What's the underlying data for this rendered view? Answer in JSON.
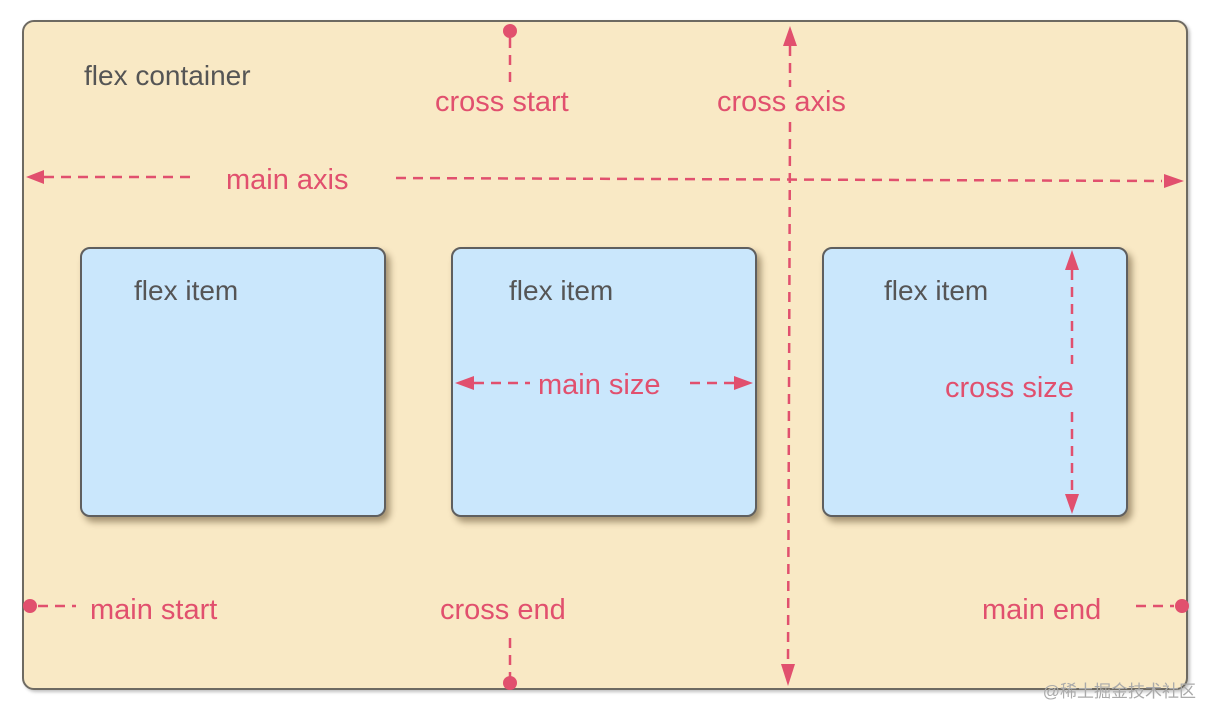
{
  "diagram": {
    "container_label": "flex container",
    "items": [
      {
        "label": "flex item"
      },
      {
        "label": "flex item"
      },
      {
        "label": "flex item"
      }
    ],
    "labels": {
      "cross_start": "cross start",
      "cross_axis": "cross axis",
      "main_axis": "main axis",
      "main_size": "main size",
      "cross_size": "cross size",
      "main_start": "main start",
      "cross_end": "cross end",
      "main_end": "main end"
    }
  },
  "watermark": "@稀土掘金技术社区",
  "colors": {
    "container_bg": "#f9e9c5",
    "item_bg": "#cae7fc",
    "annotation": "#e1506e",
    "text": "#555555"
  }
}
